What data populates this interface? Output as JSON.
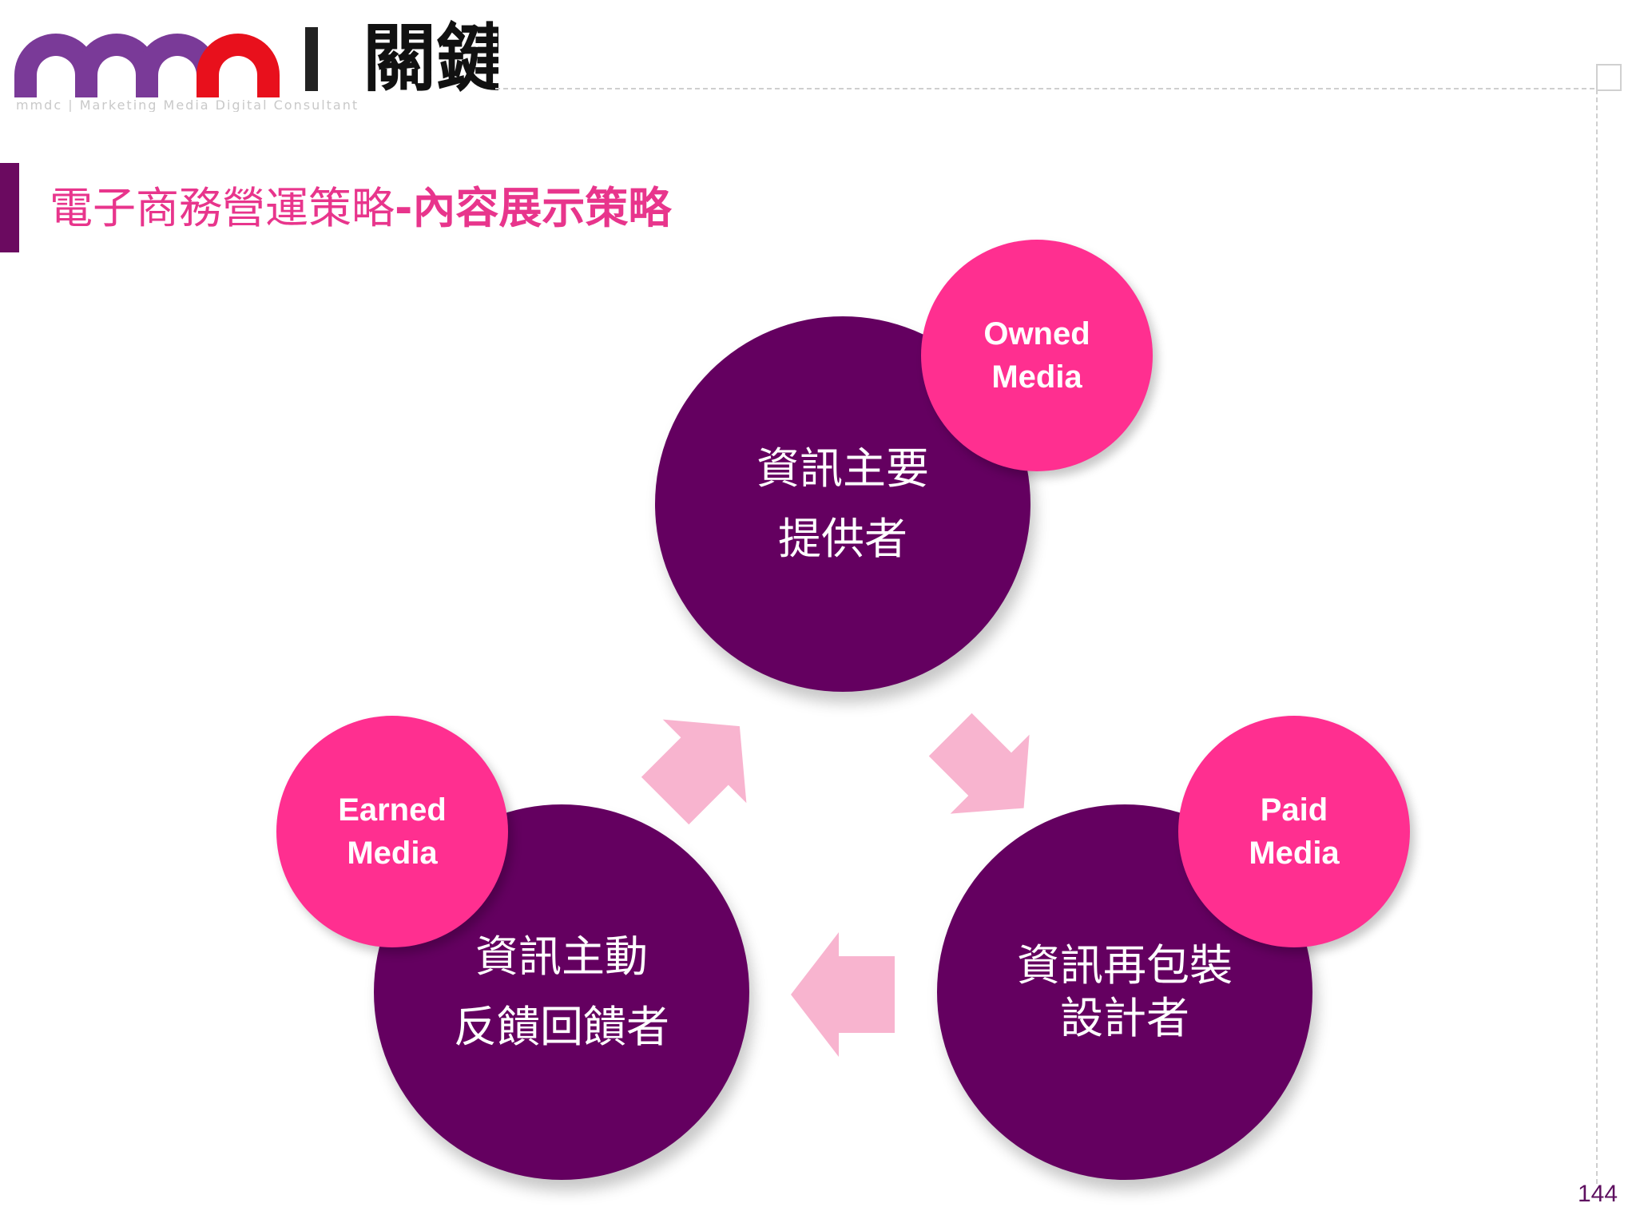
{
  "logo": {
    "mark_color": "#7a3a98",
    "accent_color": "#e8101c",
    "cn_text": "關鍵",
    "sub_text": "mmdc | Marketing Media Digital Consultant"
  },
  "title": {
    "part1": "電子商務營運策略",
    "part2": "-內容展示策略",
    "bar_color": "#6b0a60",
    "text_color": "#e8358c"
  },
  "cycle": {
    "nodes": [
      {
        "main_line1": "資訊主要",
        "main_line2": "提供者",
        "badge_line1": "Owned",
        "badge_line2": "Media"
      },
      {
        "main_line1": "資訊再包裝",
        "main_line2": "設計者",
        "badge_line1": "Paid",
        "badge_line2": "Media"
      },
      {
        "main_line1": "資訊主動",
        "main_line2": "反饋回饋者",
        "badge_line1": "Earned",
        "badge_line2": "Media"
      }
    ],
    "colors": {
      "main": "#640060",
      "badge": "#ff2f90",
      "arrow": "#f8b4cf"
    }
  },
  "page_number": "144"
}
